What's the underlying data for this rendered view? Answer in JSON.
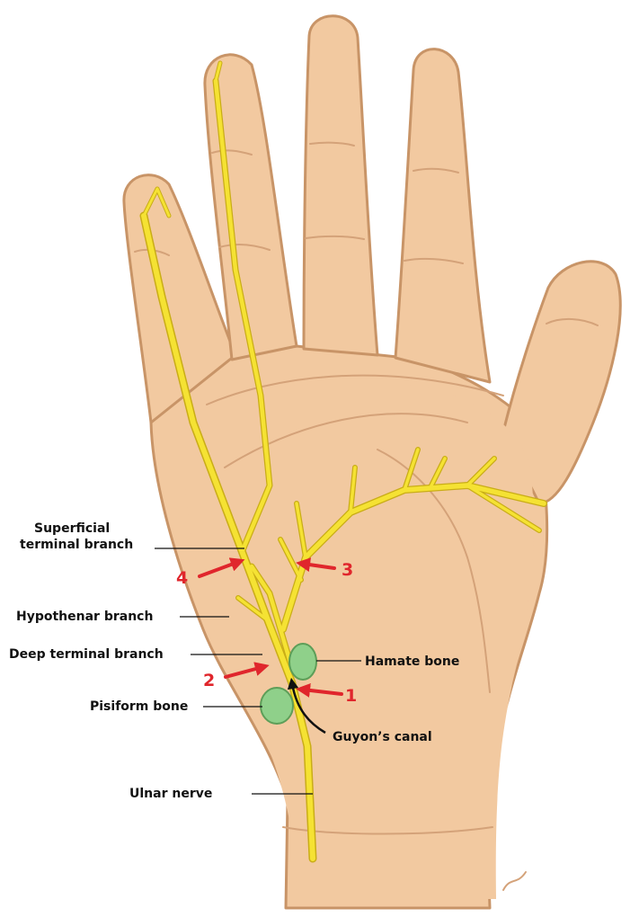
{
  "labels": {
    "superficial_line1": "Superficial",
    "superficial_line2": "terminal branch",
    "hypothenar": "Hypothenar branch",
    "deep_terminal": "Deep terminal branch",
    "pisiform": "Pisiform bone",
    "ulnar_nerve": "Ulnar nerve",
    "hamate": "Hamate bone",
    "guyons_canal": "Guyon’s canal"
  },
  "markers": [
    "1",
    "2",
    "3",
    "4"
  ],
  "colors": {
    "skin": "#f2c9a0",
    "skin_outline": "#c89467",
    "crease": "#d4a279",
    "nerve": "#f5e233",
    "nerve_outline": "#c9ad17",
    "bone": "#8fd08a",
    "bone_outline": "#5d9e58",
    "arrow": "#e0262c"
  }
}
